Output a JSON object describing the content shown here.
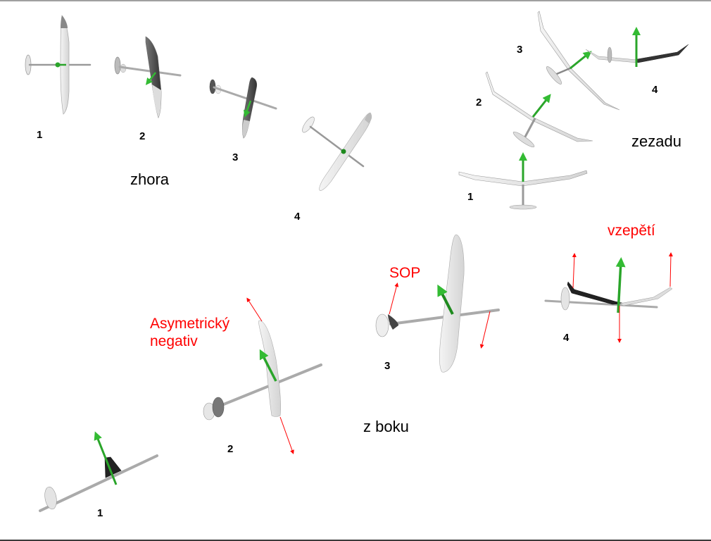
{
  "colors": {
    "annotation_red": "#ff0000",
    "force_green": "#2aa52a",
    "wing_light": "#e6e6e6",
    "wing_dark": "#555555",
    "text": "#000000"
  },
  "sections": {
    "top_view": {
      "caption": "zhora",
      "items": [
        {
          "number": "1",
          "icon": "glider-top-icon"
        },
        {
          "number": "2",
          "icon": "glider-top-icon"
        },
        {
          "number": "3",
          "icon": "glider-top-icon"
        },
        {
          "number": "4",
          "icon": "glider-top-icon"
        }
      ]
    },
    "rear_view": {
      "caption": "zezadu",
      "items": [
        {
          "number": "1",
          "icon": "glider-rear-icon"
        },
        {
          "number": "2",
          "icon": "glider-rear-icon"
        },
        {
          "number": "3",
          "icon": "glider-rear-icon"
        },
        {
          "number": "4",
          "icon": "glider-rear-icon"
        }
      ]
    },
    "side_view": {
      "caption": "z boku",
      "items": [
        {
          "number": "1",
          "icon": "glider-side-icon"
        },
        {
          "number": "2",
          "icon": "glider-side-icon",
          "annotation": "Asymetrický",
          "annotation_line2": "negativ"
        },
        {
          "number": "3",
          "icon": "glider-side-icon",
          "annotation": "SOP"
        },
        {
          "number": "4",
          "icon": "glider-side-icon",
          "annotation": "vzepětí"
        }
      ]
    }
  }
}
